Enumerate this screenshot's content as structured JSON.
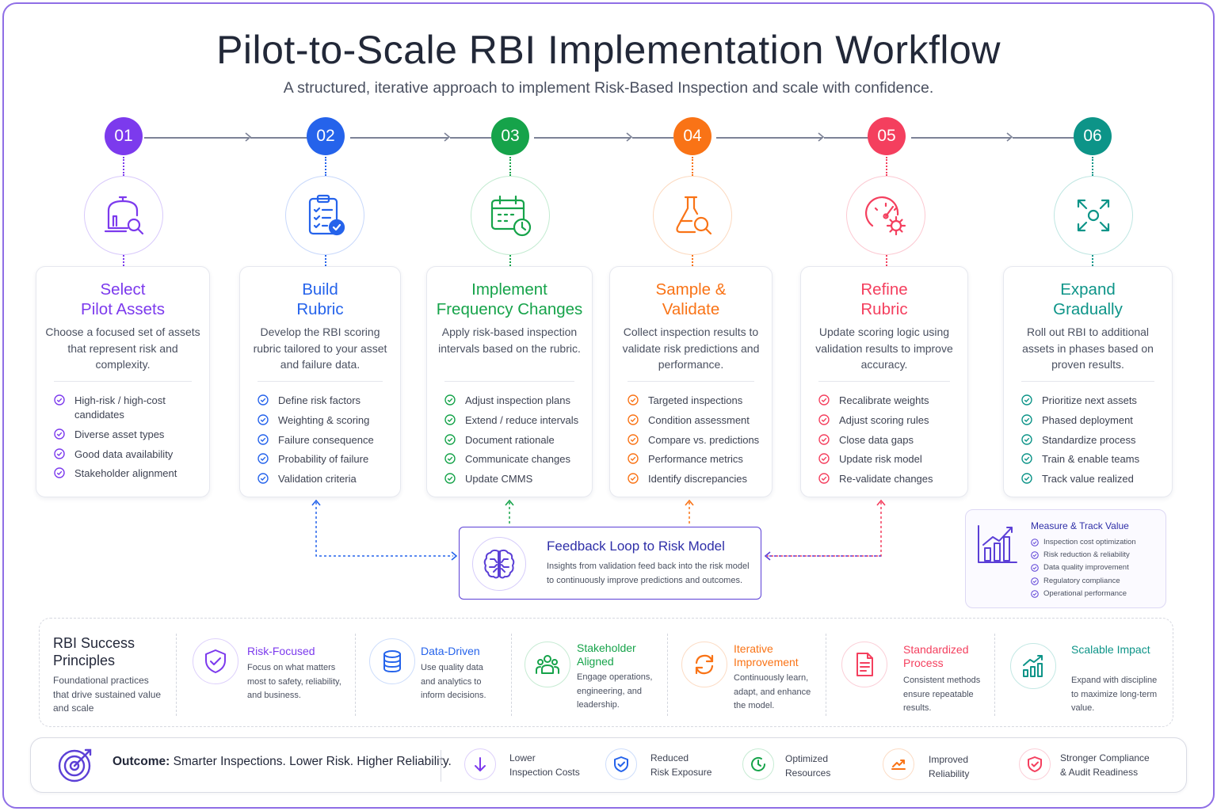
{
  "title": "Pilot-to-Scale RBI Implementation Workflow",
  "subtitle": "A structured, iterative approach to implement Risk-Based Inspection and scale with confidence.",
  "steps": [
    {
      "number": "01",
      "color": "#7c3aed",
      "icon": "tank-search-icon",
      "title_line1": "Select",
      "title_line2": "Pilot Assets",
      "description": "Choose a focused set of assets that represent risk and complexity.",
      "items": [
        "High-risk / high-cost candidates",
        "Diverse asset types",
        "Good data availability",
        "Stakeholder alignment"
      ]
    },
    {
      "number": "02",
      "color": "#2563eb",
      "icon": "clipboard-check-icon",
      "title_line1": "Build",
      "title_line2": "Rubric",
      "description": "Develop the RBI scoring rubric tailored to your asset and failure data.",
      "items": [
        "Define risk factors",
        "Weighting & scoring",
        "Failure consequence",
        "Probability of failure",
        "Validation criteria"
      ]
    },
    {
      "number": "03",
      "color": "#16a34a",
      "icon": "calendar-clock-icon",
      "title_line1": "Implement",
      "title_line2": "Frequency Changes",
      "description": "Apply risk-based inspection intervals based on the rubric.",
      "items": [
        "Adjust inspection plans",
        "Extend / reduce intervals",
        "Document rationale",
        "Communicate changes",
        "Update CMMS"
      ]
    },
    {
      "number": "04",
      "color": "#f97316",
      "icon": "flask-search-icon",
      "title_line1": "Sample &",
      "title_line2": "Validate",
      "description": "Collect inspection results to validate risk predictions and performance.",
      "items": [
        "Targeted inspections",
        "Condition assessment",
        "Compare vs. predictions",
        "Performance metrics",
        "Identify discrepancies"
      ]
    },
    {
      "number": "05",
      "color": "#f43f5e",
      "icon": "gauge-gear-icon",
      "title_line1": "Refine",
      "title_line2": "Rubric",
      "description": "Update scoring logic using validation results to improve accuracy.",
      "items": [
        "Recalibrate weights",
        "Adjust scoring rules",
        "Close data gaps",
        "Update risk model",
        "Re-validate changes"
      ]
    },
    {
      "number": "06",
      "color": "#0d9488",
      "icon": "expand-arrows-icon",
      "title_line1": "Expand",
      "title_line2": "Gradually",
      "description": "Roll out RBI to additional assets in phases based on proven results.",
      "items": [
        "Prioritize next assets",
        "Phased deployment",
        "Standardize process",
        "Train & enable teams",
        "Track value realized"
      ]
    }
  ],
  "feedback": {
    "title": "Feedback Loop to Risk Model",
    "description": "Insights from validation feed back into the risk model to continuously improve predictions and outcomes.",
    "icon": "brain-icon"
  },
  "measure": {
    "title": "Measure & Track Value",
    "icon": "bar-chart-growth-icon",
    "items": [
      "Inspection cost optimization",
      "Risk reduction & reliability",
      "Data quality improvement",
      "Regulatory compliance",
      "Operational performance"
    ]
  },
  "principles": {
    "title": "RBI Success Principles",
    "subtitle": "Foundational practices that drive sustained value and scale",
    "items": [
      {
        "name": "Risk-Focused",
        "description": "Focus on what matters most to safety, reliability, and business.",
        "color": "#7c3aed",
        "icon": "shield-check-icon"
      },
      {
        "name": "Data-Driven",
        "description": "Use quality data and analytics to inform decisions.",
        "color": "#2563eb",
        "icon": "database-icon"
      },
      {
        "name": "Stakeholder Aligned",
        "description": "Engage operations, engineering, and leadership.",
        "color": "#16a34a",
        "icon": "team-icon"
      },
      {
        "name": "Iterative Improvement",
        "description": "Continuously learn, adapt, and enhance the model.",
        "color": "#f97316",
        "icon": "refresh-icon"
      },
      {
        "name": "Standardized Process",
        "description": "Consistent methods ensure repeatable results.",
        "color": "#f43f5e",
        "icon": "document-icon"
      },
      {
        "name": "Scalable Impact",
        "description": "Expand with discipline to maximize long-term value.",
        "color": "#0d9488",
        "icon": "growth-chart-icon"
      }
    ]
  },
  "outcome": {
    "label": "Outcome:",
    "text": "Smarter Inspections. Lower Risk. Higher Reliability.",
    "icon": "target-icon",
    "items": [
      {
        "line1": "Lower",
        "line2": "Inspection Costs",
        "color": "#7c3aed",
        "icon": "arrow-down-icon"
      },
      {
        "line1": "Reduced",
        "line2": "Risk Exposure",
        "color": "#2563eb",
        "icon": "shield-icon"
      },
      {
        "line1": "Optimized",
        "line2": "Resources",
        "color": "#16a34a",
        "icon": "clock-icon"
      },
      {
        "line1": "Improved",
        "line2": "Reliability",
        "color": "#f97316",
        "icon": "trend-up-icon"
      },
      {
        "line1": "Stronger Compliance",
        "line2": "& Audit Readiness",
        "color": "#f43f5e",
        "icon": "shield-check-icon"
      }
    ]
  }
}
